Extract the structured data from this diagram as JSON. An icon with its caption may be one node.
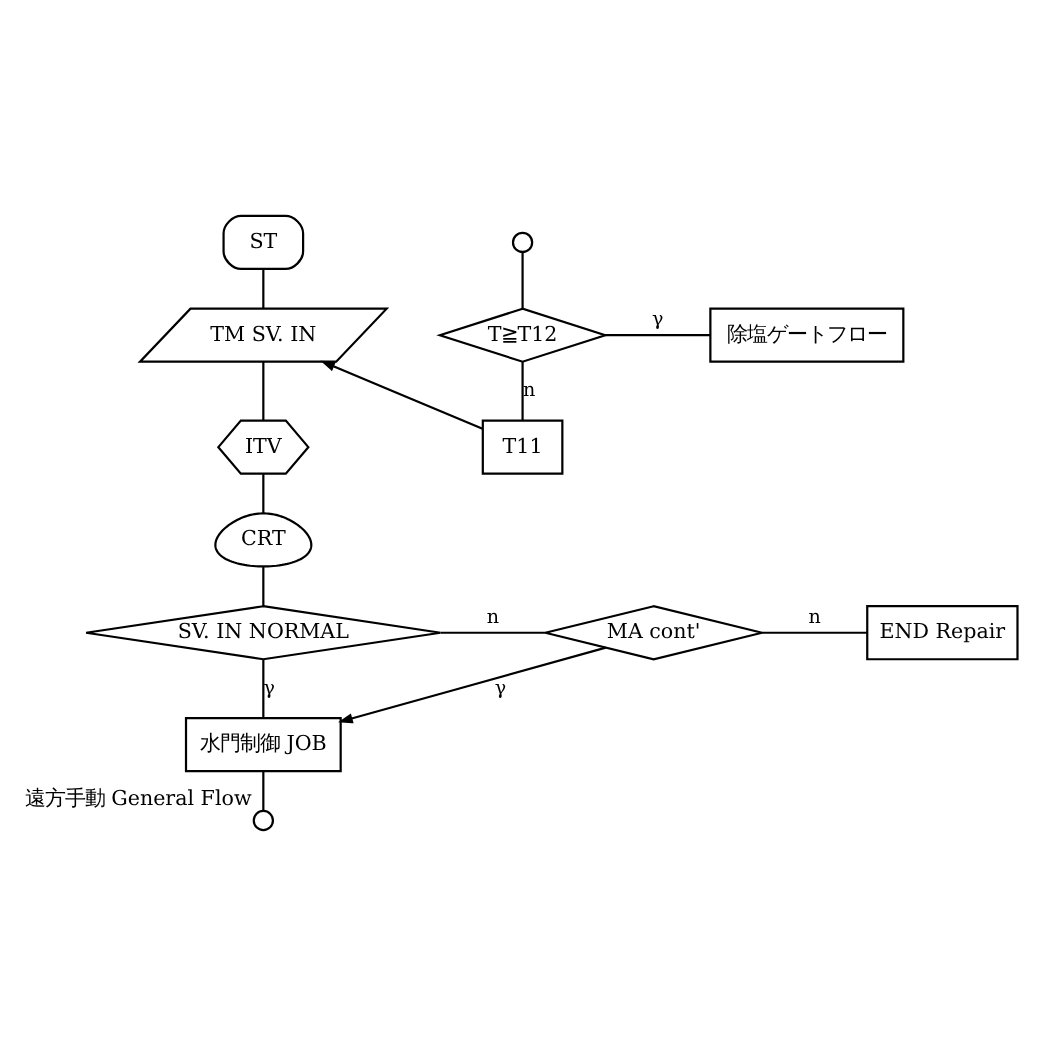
{
  "diagram": {
    "nodes": [
      {
        "text": [
          "ST"
        ]
      },
      {
        "text": [
          "TM SV. IN"
        ]
      },
      {
        "text": [
          "ITV"
        ]
      },
      {
        "text": [
          "CRT"
        ]
      },
      {
        "text": [
          "SV. IN NORMAL"
        ]
      },
      {
        "text": [
          "MA cont'"
        ]
      },
      {
        "text": [
          "END Repair"
        ]
      },
      {
        "text": [
          "水門制御 JOB"
        ]
      },
      {
        "text": [],
        "shape": "circle",
        "beside": [
          "遠方手動 General Flow"
        ]
      },
      {
        "text": [],
        "shape": "circle"
      },
      {
        "text": [
          "T≧T12"
        ]
      },
      {
        "text": [
          "除塩ゲートフロー"
        ]
      },
      {
        "text": [
          "T11"
        ]
      }
    ],
    "edges": [
      {
        "from": 0,
        "to": 1,
        "arrow": "none"
      },
      {
        "from": 1,
        "to": 2,
        "arrow": "none"
      },
      {
        "from": 2,
        "to": 3,
        "arrow": "none"
      },
      {
        "from": 3,
        "to": 4,
        "arrow": "none"
      },
      {
        "from": 4,
        "to": 5,
        "label": "n",
        "arrow": "none"
      },
      {
        "from": 5,
        "to": 6,
        "label": "n",
        "arrow": "none"
      },
      {
        "from": 5,
        "to": 7,
        "label": "γ",
        "arrow": "to"
      },
      {
        "from": 4,
        "to": 7,
        "label": "γ",
        "arrow": "none"
      },
      {
        "from": 7,
        "to": 8,
        "arrow": "none"
      },
      {
        "from": 9,
        "to": 10,
        "arrow": "none"
      },
      {
        "from": 10,
        "to": 11,
        "label": "γ",
        "arrow": "none"
      },
      {
        "from": 10,
        "to": 12,
        "label": "n",
        "arrow": "none"
      },
      {
        "from": 12,
        "to": 1,
        "arrow": "to"
      }
    ]
  }
}
